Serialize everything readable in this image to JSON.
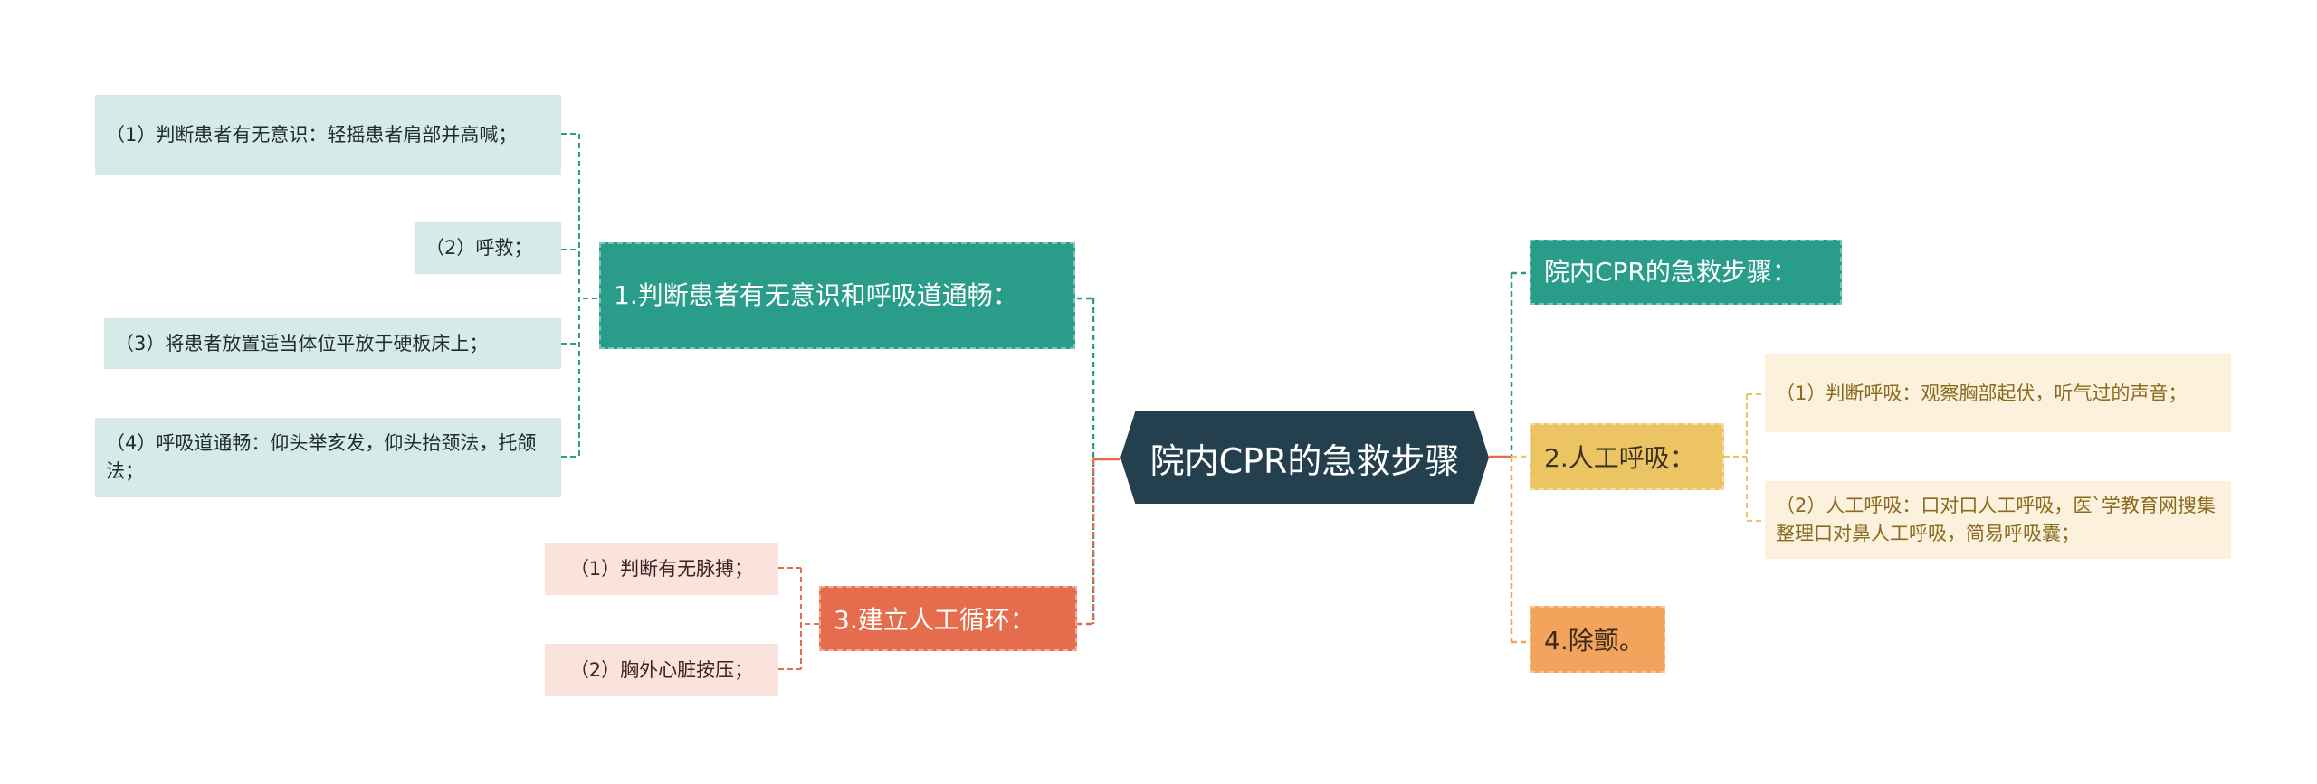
{
  "root": {
    "label": "院内CPR的急救步骤"
  },
  "branches": {
    "b1": {
      "label": "1.判断患者有无意识和呼吸道通畅：",
      "children": [
        "（1）判断患者有无意识：轻摇患者肩部并高喊；",
        "（2）呼救；",
        "（3）将患者放置适当体位平放于硬板床上；",
        "（4）呼吸道通畅：仰头举亥发，仰头抬颈法，托颌法；"
      ]
    },
    "b3": {
      "label": "3.建立人工循环：",
      "children": [
        "（1）判断有无脉搏；",
        "（2）胸外心脏按压；"
      ]
    },
    "r1": {
      "label": "院内CPR的急救步骤："
    },
    "b2": {
      "label": "2.人工呼吸：",
      "children": [
        "（1）判断呼吸：观察胸部起伏，听气过的声音；",
        "（2）人工呼吸：口对口人工呼吸，医`学教育网搜集整理口对鼻人工呼吸，简易呼吸囊；"
      ]
    },
    "b4": {
      "label": "4.除颤。"
    }
  },
  "colors": {
    "teal": "#2a9d8a",
    "root": "#243f4e",
    "orange": "#e56d4e",
    "yellow": "#ecc463",
    "amber": "#f2a35c"
  }
}
